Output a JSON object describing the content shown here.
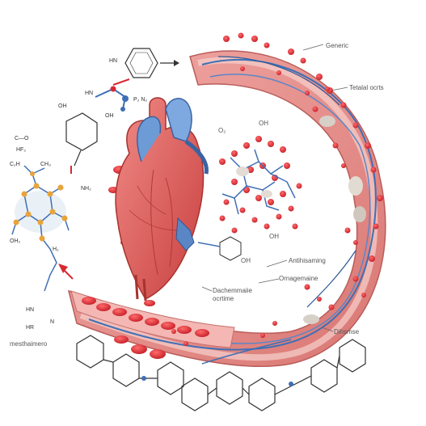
{
  "colors": {
    "vessel_wall": "#e58f8f",
    "vessel_inner": "#f5c6c0",
    "blood_cell": "#e5323a",
    "vein_blue": "#3f6fb5",
    "heart_red": "#d9534f",
    "heart_blue": "#6c9bd6",
    "molecule_node": "#e8a43a",
    "annotation_line": "#666666"
  },
  "labels": {
    "generic": "Generic",
    "total": "Tetalal ocrts",
    "oh_center": "OH",
    "o2": "O₂",
    "oh_lower": "OH",
    "oh_center2": "OH",
    "antihistamine": "Antihisaming",
    "ornagenamine": "Ornagemaine",
    "dachemamine_1": "Dachemmaiie",
    "dachemamine_2": "ocrtime",
    "dihistamine": "Dihsmse",
    "methamino": "mesthaimero"
  },
  "chem_labels": {
    "hn_top": "HN",
    "hn_mid": "HN",
    "p_n": "P₂ N₂",
    "oh_mid": "OH",
    "oh_left": "OH",
    "c_o": "C—O",
    "coh": "C₂H",
    "ch3": "CH₃",
    "hf": "HF₂",
    "nh2": "NH₂",
    "oh_bottomleft": "OH₂",
    "h2_mid": "H₂",
    "hn_bottom": "HN",
    "hr_bottom": "HR",
    "n_bottom": "N"
  },
  "icons": [
    "arrow-right-icon",
    "red-arrow-icon",
    "heart-icon",
    "blood-vessel-icon",
    "molecule-icon"
  ]
}
